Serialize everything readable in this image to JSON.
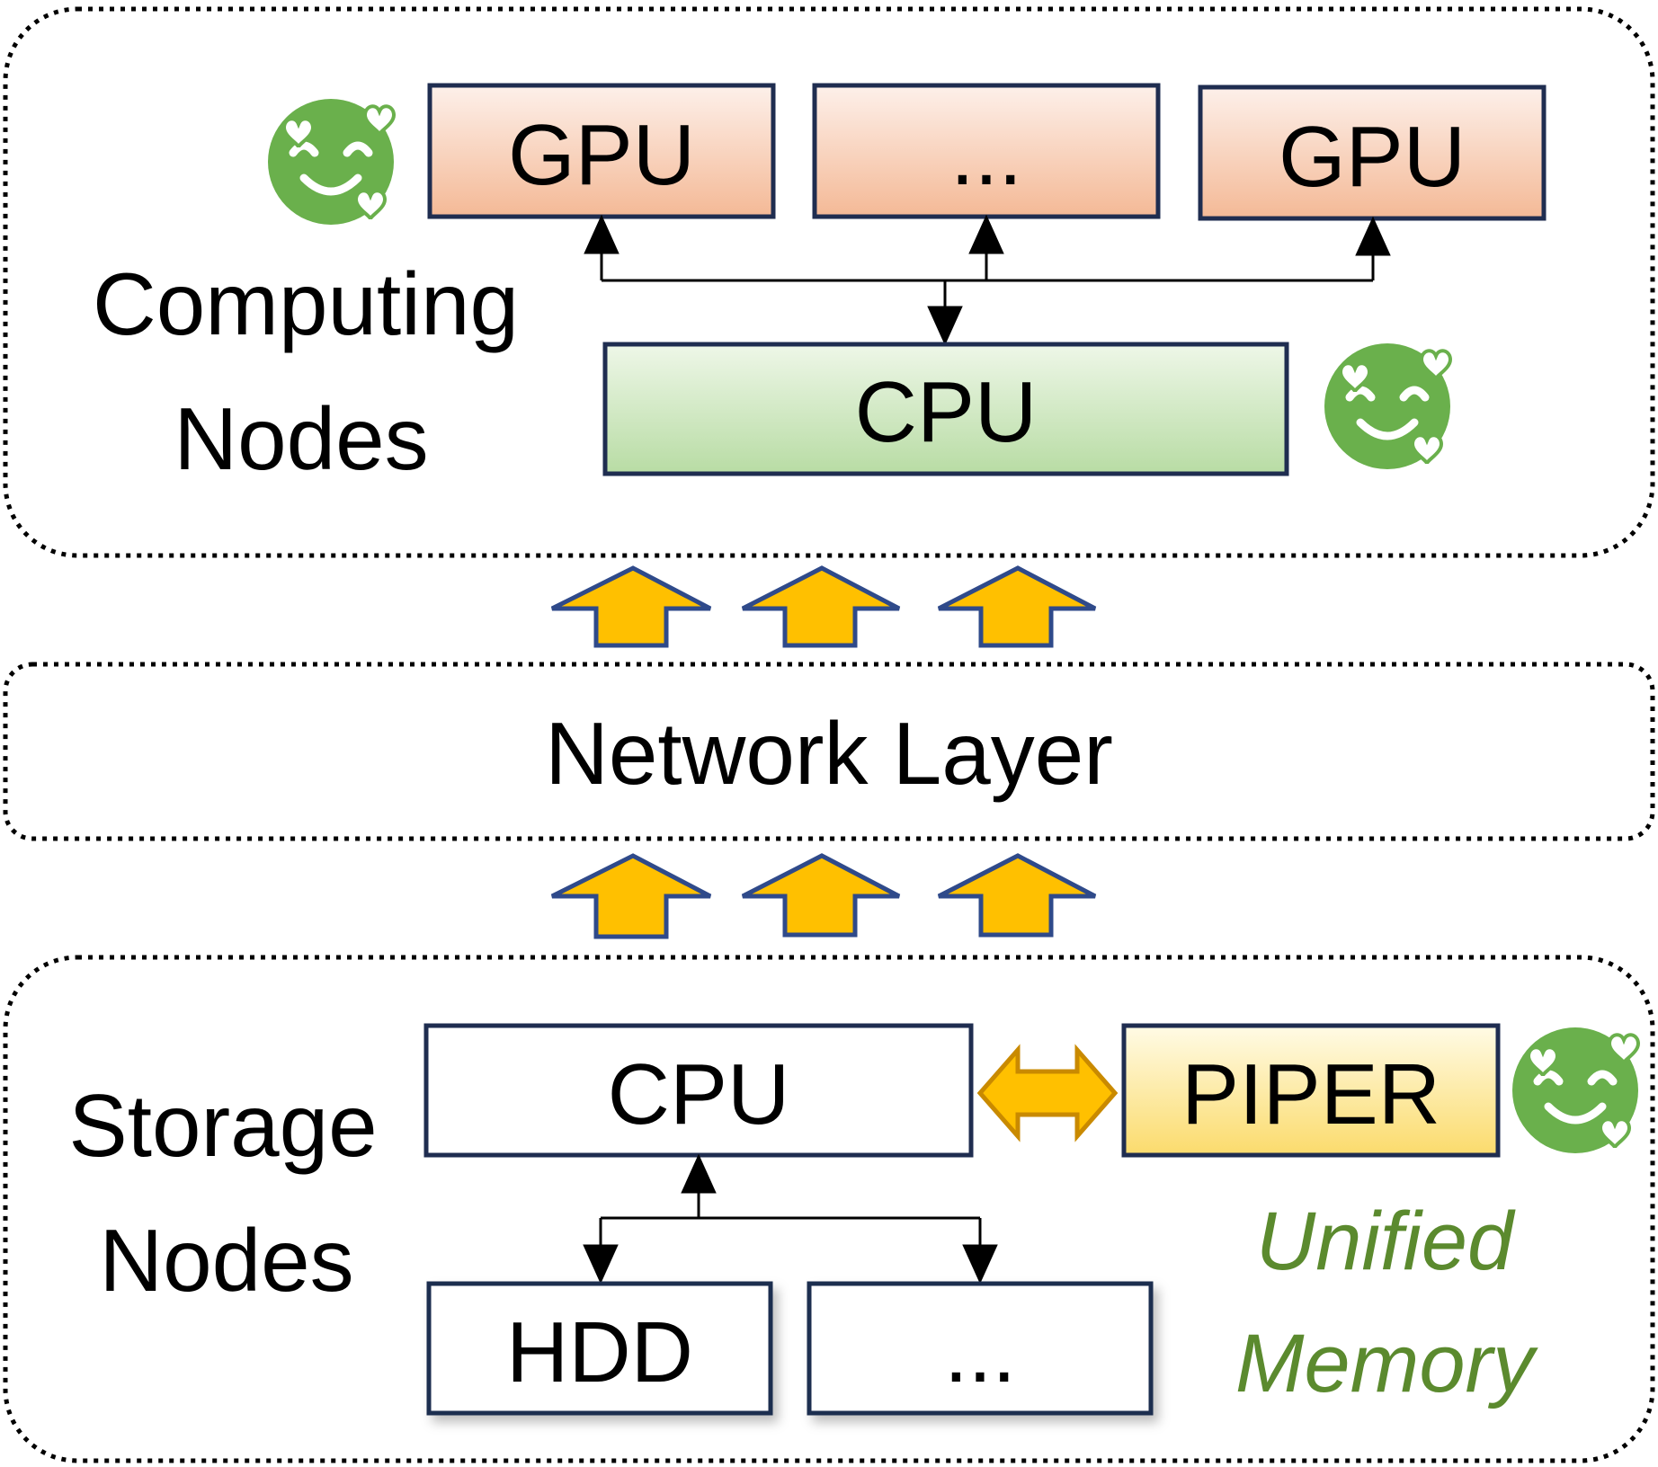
{
  "colors": {
    "gpu_gradient": [
      "#fdf0ea",
      "#f4b996"
    ],
    "cpu_gradient": [
      "#eef7e8",
      "#b8dca4"
    ],
    "piper_gradient": [
      "#fffbe6",
      "#fbdb6c"
    ],
    "box_border": "#1f2d50",
    "arrow_fill": "#ffc000",
    "arrow_border": "#2f4a8a",
    "double_arrow_fill": "#ffc000",
    "double_arrow_border": "#c98a00",
    "emoji_green": "#6ab04c",
    "unified_memory_text": "#5b8a2e",
    "dotted_border": "#000000"
  },
  "computing": {
    "title_line1": "Computing",
    "title_line2": "Nodes",
    "gpu_left": "GPU",
    "gpu_middle": "...",
    "gpu_right": "GPU",
    "cpu": "CPU"
  },
  "network": {
    "label": "Network Layer"
  },
  "storage": {
    "title_line1": "Storage",
    "title_line2": "Nodes",
    "cpu": "CPU",
    "piper": "PIPER",
    "hdd": "HDD",
    "disk_other": "...",
    "memory_line1": "Unified",
    "memory_line2": "Memory"
  },
  "icons": {
    "emoji": "smiling-face-with-hearts-icon",
    "up_arrow": "up-block-arrow-icon",
    "double_arrow": "left-right-block-arrow-icon"
  }
}
